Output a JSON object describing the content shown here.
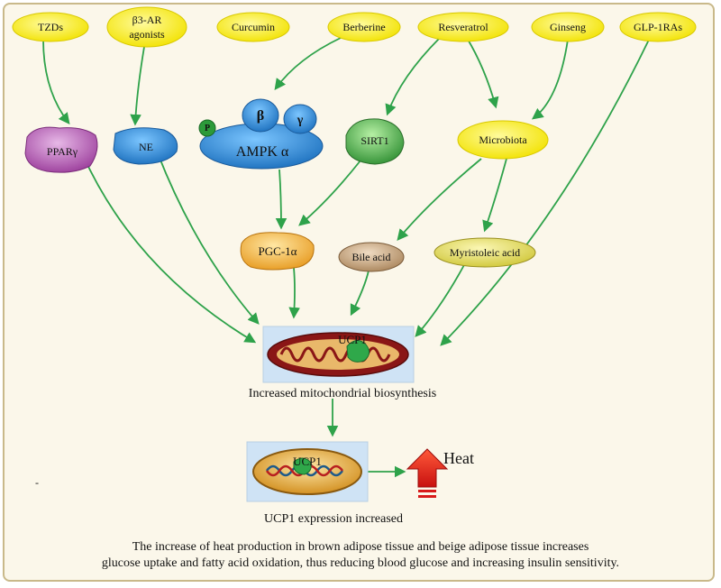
{
  "sources": {
    "tzds": "TZDs",
    "b3ar_line1": "β3-AR",
    "b3ar_line2": "agonists",
    "curcumin": "Curcumin",
    "berberine": "Berberine",
    "resveratrol": "Resveratrol",
    "ginseng": "Ginseng",
    "glp1": "GLP-1RAs"
  },
  "mediators": {
    "ppar": "PPARγ",
    "ne": "NE",
    "ampk_alpha": "AMPK α",
    "ampk_beta": "β",
    "ampk_gamma": "γ",
    "ampk_p": "P",
    "sirt1": "SIRT1",
    "microbiota": "Microbiota",
    "pgc1a": "PGC-1α",
    "bile_acid": "Bile acid",
    "myristoleic": "Myristoleic acid"
  },
  "outputs": {
    "ucp1_mito": "UCP1",
    "mito_caption": "Increased mitochondrial biosynthesis",
    "ucp1_nucleus": "UCP1",
    "heat": "Heat",
    "expression_caption": "UCP1 expression increased",
    "stray_mark": "-"
  },
  "footer": {
    "line1": "The increase of heat production in brown adipose tissue and beige adipose tissue increases",
    "line2": "glucose uptake and fatty acid oxidation, thus reducing blood glucose and increasing insulin sensitivity."
  },
  "colors": {
    "arrow": "#2ea24a",
    "source_oval": "#fff200",
    "frame_border": "#c9b98a",
    "background": "#fbf7ea",
    "ppar": "#b65fb6",
    "ne": "#2e8fd6",
    "ampk": "#2a86d6",
    "sirt1": "#4bb347",
    "microbiota": "#f7ec2a",
    "pgc1a": "#f4b43a",
    "bile_acid": "#c7a27a",
    "myristoleic": "#e8e26a",
    "heat_arrow": "#e02020"
  }
}
